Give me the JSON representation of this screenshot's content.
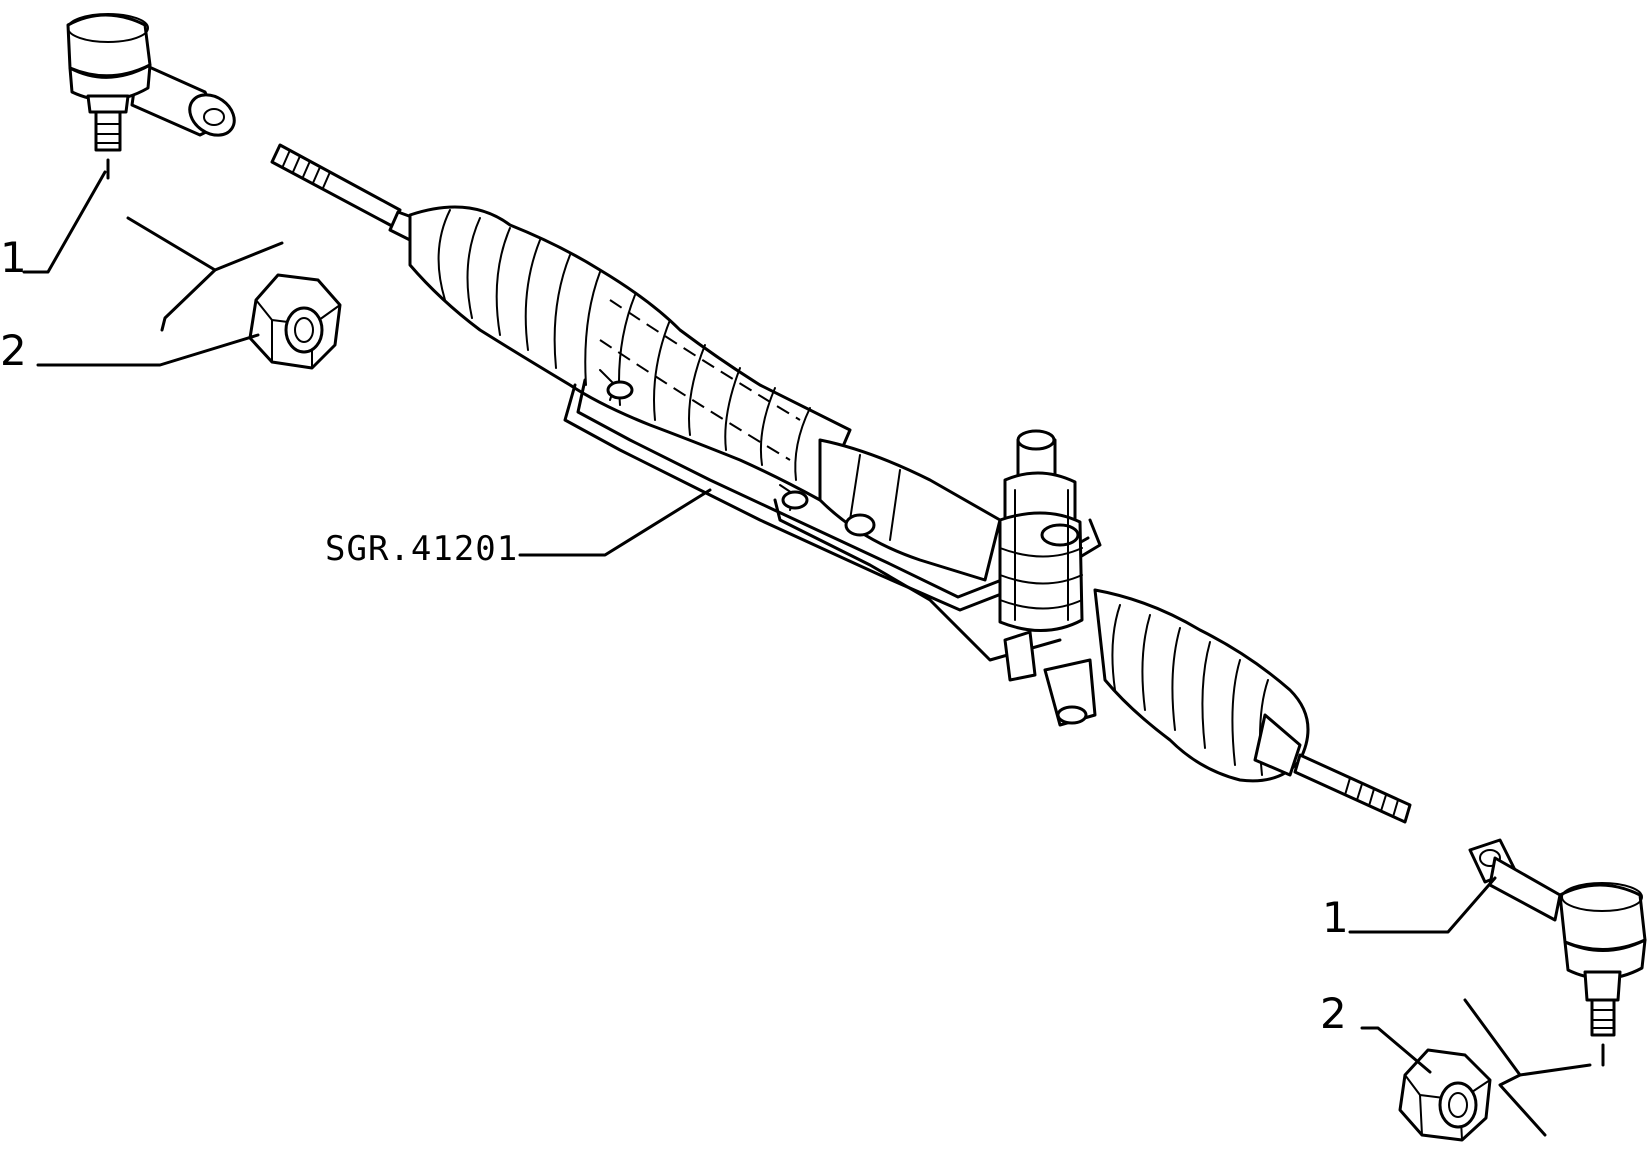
{
  "callouts": {
    "tie_rod_end_left": "1",
    "nut_left": "2",
    "steering_rack": "SGR.41201",
    "tie_rod_end_right": "1",
    "nut_right": "2"
  }
}
